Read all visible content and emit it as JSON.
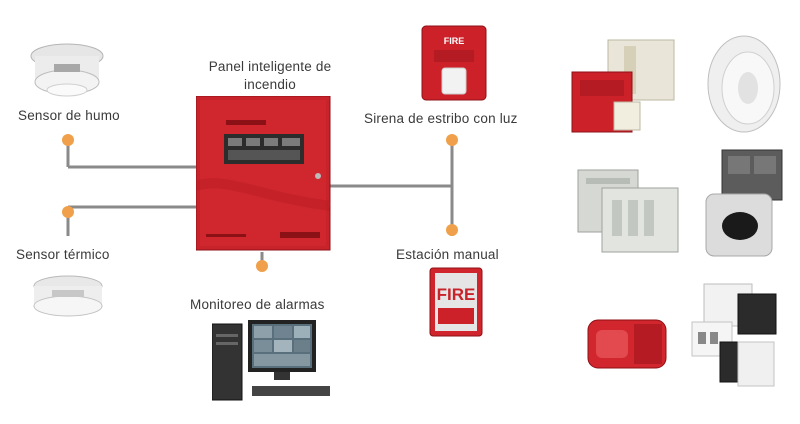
{
  "diagram": {
    "labels": {
      "smoke_sensor": "Sensor de humo",
      "panel_line1": "Panel inteligente de",
      "panel_line2": "incendio",
      "siren": "Sirena de estribo con luz",
      "thermal_sensor": "Sensor térmico",
      "manual_station": "Estación manual",
      "alarm_monitoring": "Monitoreo de alarmas"
    },
    "device_text": {
      "fire": "FIRE"
    },
    "colors": {
      "wire": "#8a8a8a",
      "node": "#f0a04b",
      "panel": "#c8232a",
      "label": "#3a3a3a"
    }
  }
}
